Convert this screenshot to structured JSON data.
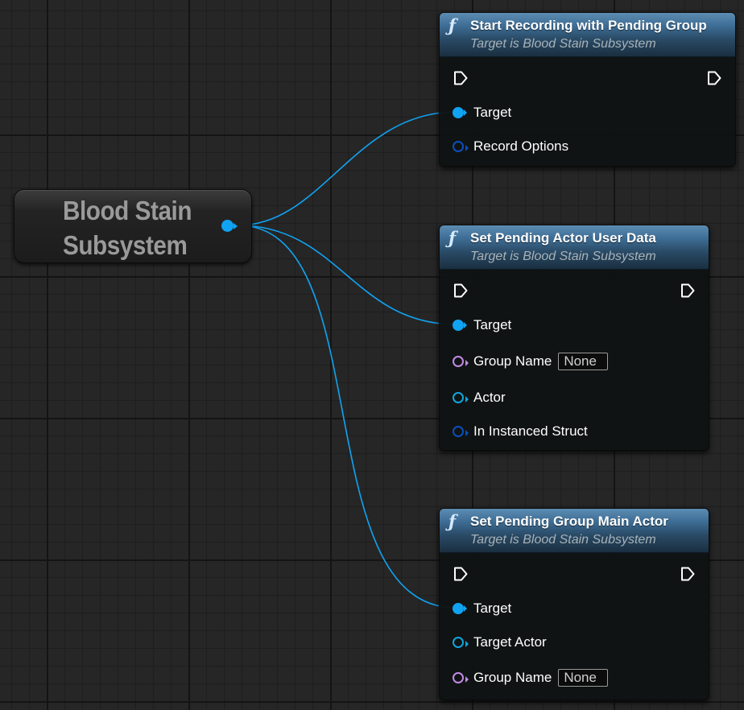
{
  "colors": {
    "target_pin": "#10a3f2",
    "struct_pin": "#0a4fbd",
    "object_pin": "#0fa5dc",
    "name_pin": "#c28ae6",
    "header_blue": "#3f6f97",
    "wire": "#10a3f2"
  },
  "getter_node": {
    "title_line1": "Blood Stain",
    "title_line2": "Subsystem"
  },
  "nodes": {
    "start_recording": {
      "icon": "function-icon",
      "title": "Start Recording with Pending Group",
      "subtitle": "Target is Blood Stain Subsystem",
      "pins": {
        "target": "Target",
        "record_options": "Record Options"
      }
    },
    "set_pending_actor_user_data": {
      "icon": "function-icon",
      "title": "Set Pending Actor User Data",
      "subtitle": "Target is Blood Stain Subsystem",
      "pins": {
        "target": "Target",
        "group_name": "Group Name",
        "group_name_value": "None",
        "actor": "Actor",
        "in_instanced_struct": "In Instanced Struct"
      }
    },
    "set_pending_group_main_actor": {
      "icon": "function-icon",
      "title": "Set Pending Group Main Actor",
      "subtitle": "Target is Blood Stain Subsystem",
      "pins": {
        "target": "Target",
        "target_actor": "Target Actor",
        "group_name": "Group Name",
        "group_name_value": "None"
      }
    }
  }
}
